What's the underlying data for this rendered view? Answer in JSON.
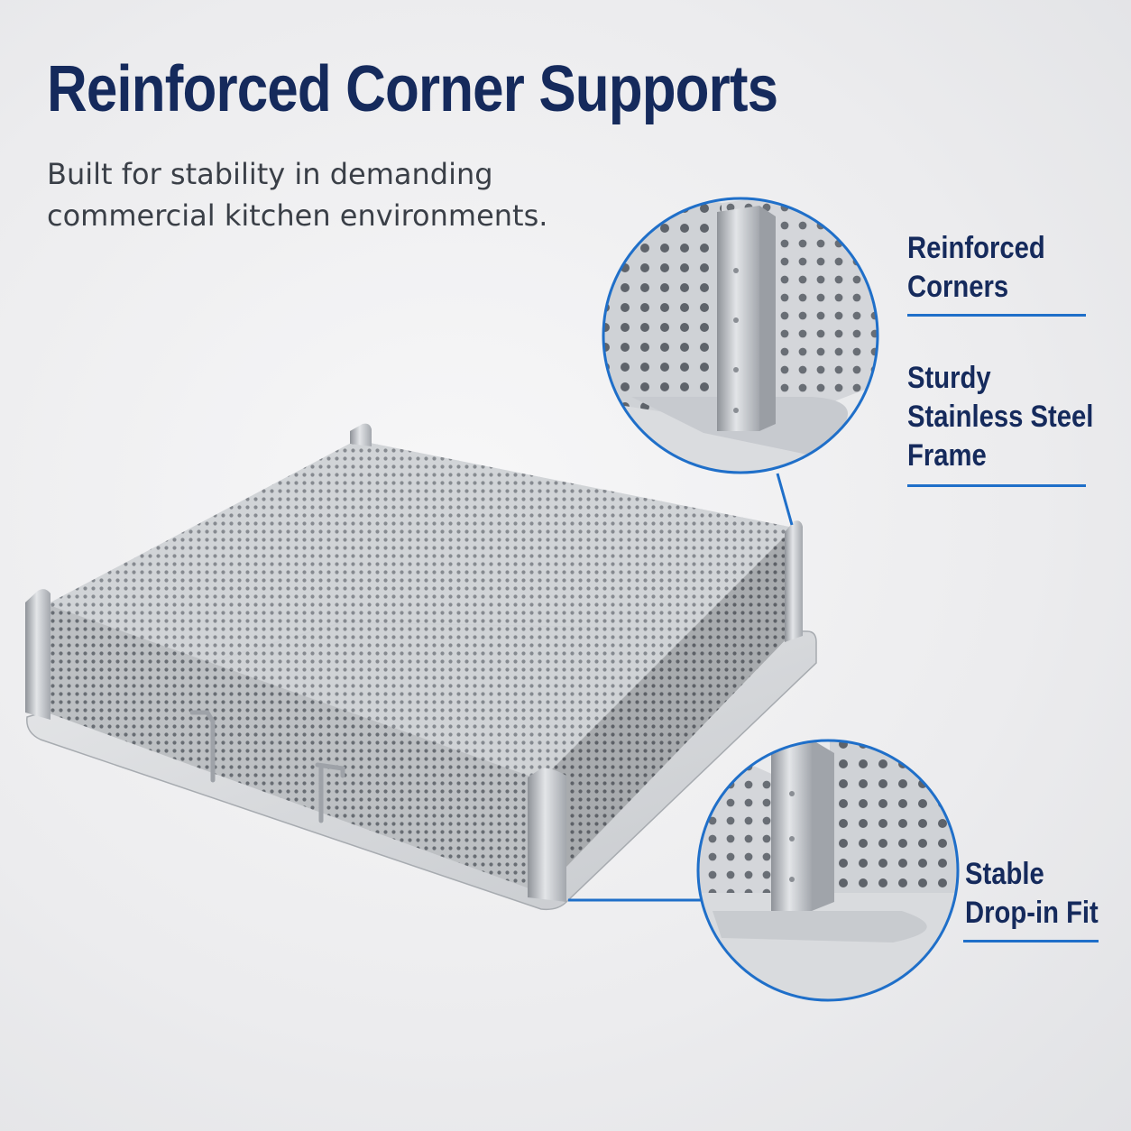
{
  "header": {
    "title": "Reinforced Corner Supports",
    "subtitle": "Built for stability in demanding commercial kitchen environments."
  },
  "callouts": [
    {
      "lines": [
        "Reinforced",
        "Corners"
      ]
    },
    {
      "lines": [
        "Sturdy",
        "Stainless Steel",
        "Frame"
      ]
    },
    {
      "lines": [
        "Stable",
        "Drop-in Fit"
      ]
    }
  ],
  "colors": {
    "title": "#152a5c",
    "accent": "#1f6fc9",
    "steel": "#b9bcc1"
  },
  "icons": {
    "product": "perforated-basket-image",
    "zoom_top": "corner-zoom-image",
    "zoom_bottom": "base-zoom-image"
  }
}
